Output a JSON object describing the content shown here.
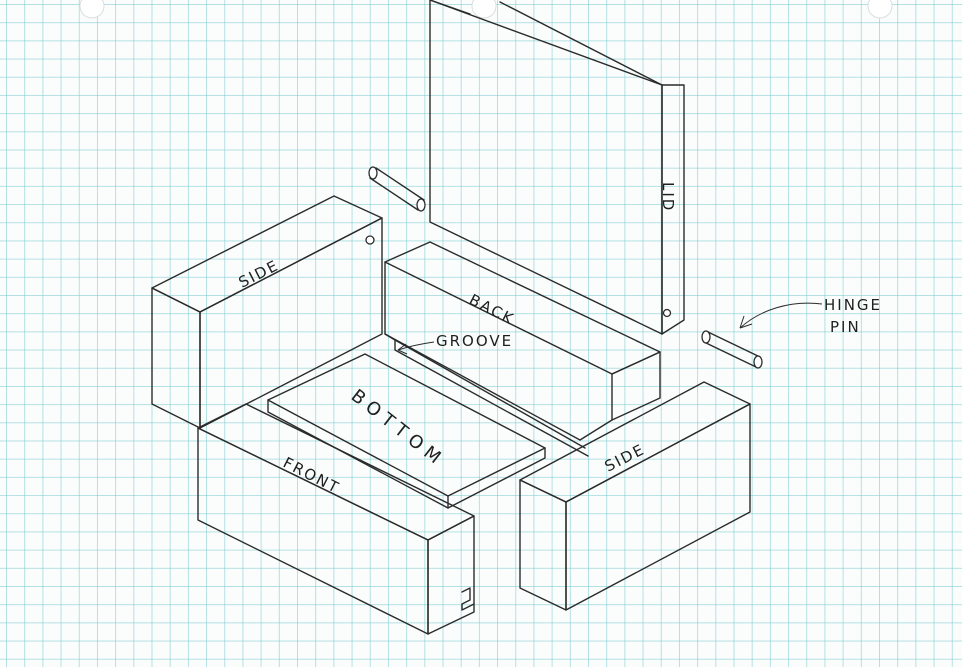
{
  "parts": {
    "lid": "LID",
    "side_left": "SIDE",
    "side_right": "SIDE",
    "back": "BACK",
    "bottom": "BOTTOM",
    "front": "FRONT"
  },
  "callouts": {
    "groove": "GROOVE",
    "hinge_line1": "HINGE",
    "hinge_line2": "PIN"
  }
}
